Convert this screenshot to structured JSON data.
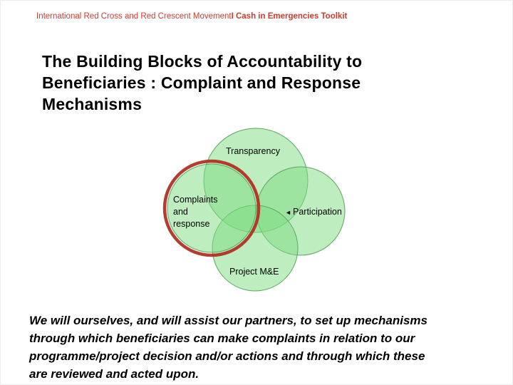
{
  "header": {
    "movement": "International Red Cross and Red Crescent Movement",
    "toolkit": "I Cash in Emergencies Toolkit"
  },
  "title": "The Building Blocks of Accountability to\nBeneficiaries : Complaint and Response\nMechanisms",
  "venn": {
    "transparency": "Transparency",
    "complaints": "Complaints\nand\nresponse",
    "participation": "Participation",
    "project_me": "Project M&E",
    "colors": {
      "circle_fill": "#7ddb82",
      "circle_stroke": "#5ba860",
      "highlight_ring": "#b03324"
    }
  },
  "icons": {
    "participation_arrow": "◄"
  },
  "footer": "We will ourselves, and will assist our partners, to set up mechanisms\nthrough which beneficiaries can make complaints in relation to our\nprogramme/project decision and/or actions and through which these\nare reviewed and acted upon."
}
